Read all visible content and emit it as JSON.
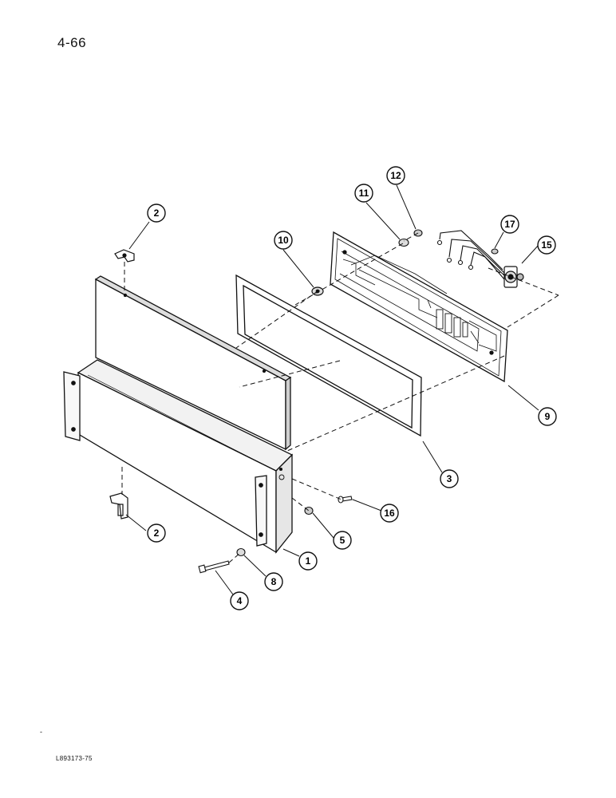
{
  "page_number": "4-66",
  "figure_code": "L893173-75",
  "corner_mark": "-",
  "callouts": {
    "c2_top": "2",
    "c10": "10",
    "c11": "11",
    "c12": "12",
    "c17": "17",
    "c15": "15",
    "c9": "9",
    "c3": "3",
    "c16": "16",
    "c5": "5",
    "c1": "1",
    "c2_bottom": "2",
    "c8": "8",
    "c4": "4"
  }
}
